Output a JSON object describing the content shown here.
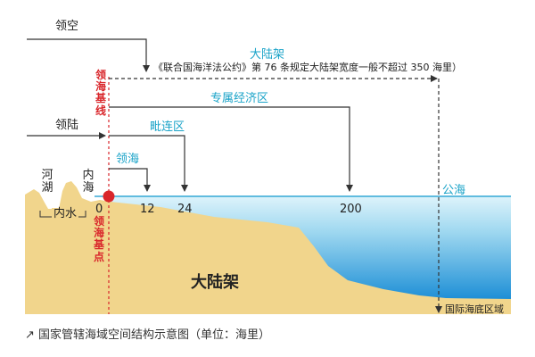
{
  "labels": {
    "territorial_airspace": "领空",
    "continental_shelf_top": "大陆架",
    "unclos_note": "《联合国海洋法公约》第 76 条规定大陆架宽度一般不超过 350 海里）",
    "baseline_vertical": "领海基线",
    "eez": "专属经济区",
    "land_territory": "领陆",
    "contiguous_zone": "毗连区",
    "river_lake": "河湖",
    "inland_sea": "内海",
    "territorial_sea": "领海",
    "high_seas": "公海",
    "inland_water": "内水",
    "basepoint_vertical": "领海基点",
    "continental_shelf_main": "大陆架",
    "international_seabed": "国际海底区域"
  },
  "ticks": {
    "zero": "0",
    "twelve": "12",
    "twenty_four": "24",
    "two_hundred": "200"
  },
  "caption": {
    "arrow_glyph": "↗",
    "text": "国家管辖海域空间结构示意图（单位：海里）"
  },
  "colors": {
    "sea_surface": "#bfe7f4",
    "deep_sea": "#1e8fd6",
    "land": "#f1d58c",
    "baseline_red": "#d9262b",
    "label_cyan": "#1aa3c8",
    "arrow_dark": "#333333"
  }
}
